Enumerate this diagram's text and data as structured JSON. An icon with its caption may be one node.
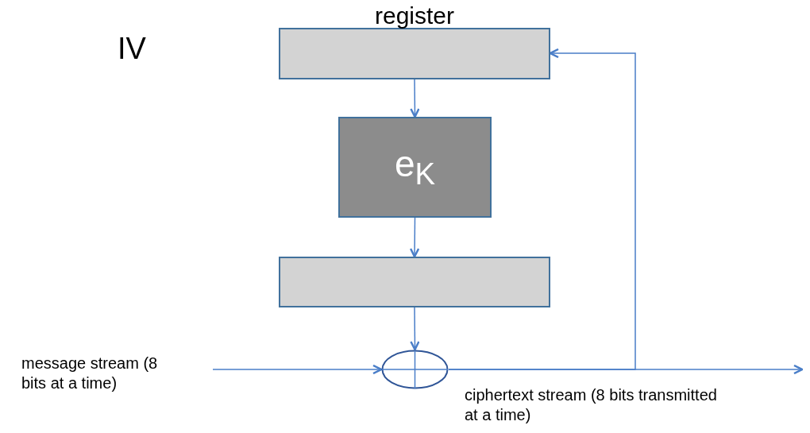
{
  "diagram": {
    "nodes": [
      {
        "text": [
          "register"
        ]
      },
      {
        "text": [
          "e$_{K}$"
        ]
      },
      {
        "text": [],
        "shape": "box"
      },
      {
        "text": [],
        "shape": "circle"
      }
    ],
    "edges": [
      {
        "from": 0,
        "to": 1,
        "arrow": "to"
      },
      {
        "from": 1,
        "to": 2,
        "arrow": "to"
      },
      {
        "from": 2,
        "to": 3,
        "arrow": "to"
      },
      {
        "from": null,
        "to": 3,
        "arrow": "to"
      },
      {
        "from": 3,
        "to": null,
        "arrow": "to"
      },
      {
        "from": 3,
        "to": 0,
        "arrow": "to"
      }
    ],
    "labels": [
      "IV",
      "message stream (8 bits at a time)",
      "ciphertext stream (8 bits transmitted at a time)"
    ]
  }
}
